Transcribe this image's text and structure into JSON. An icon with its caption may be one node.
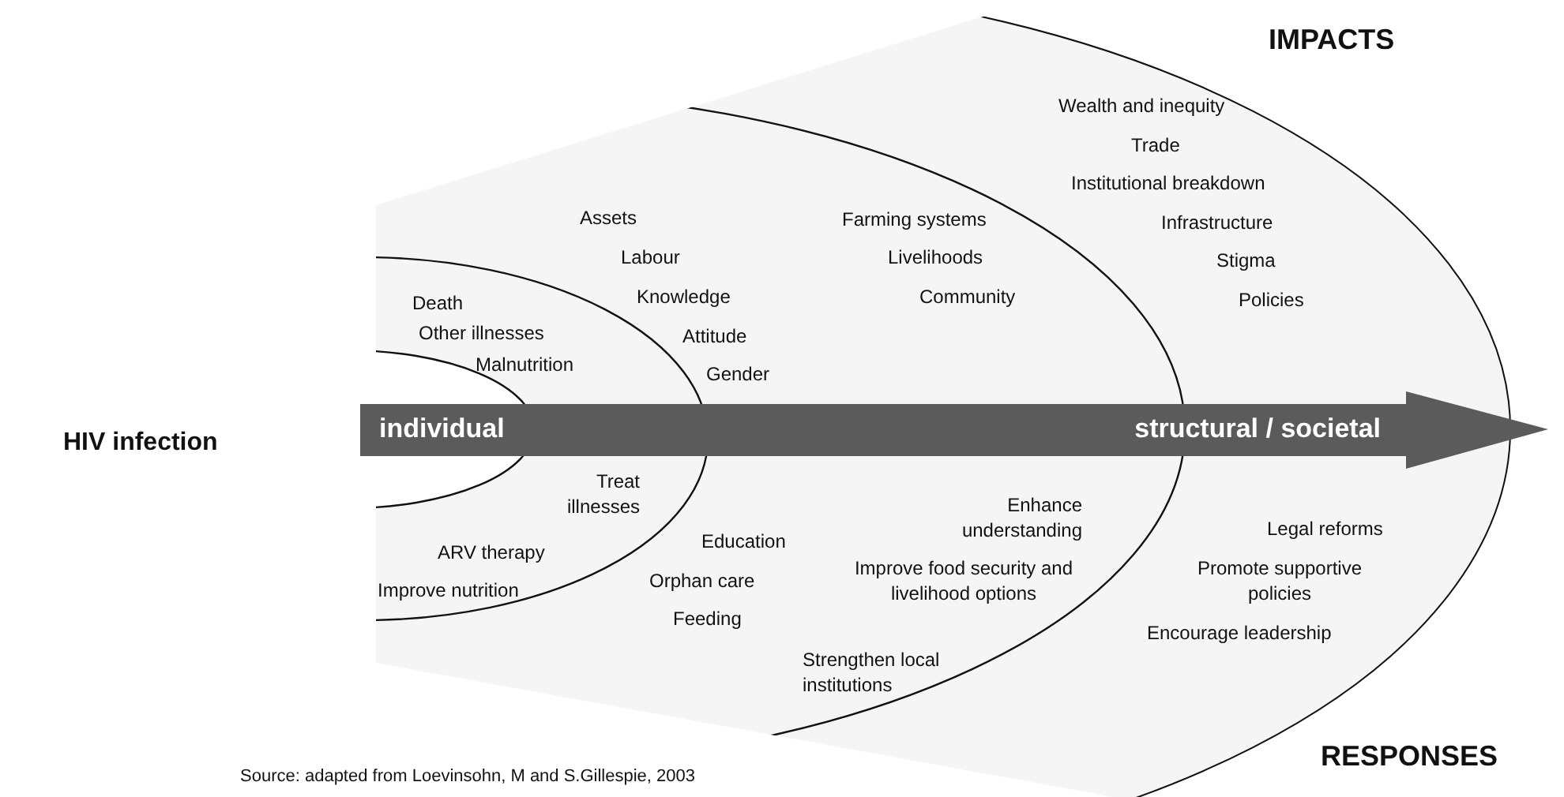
{
  "diagram": {
    "caption": "Source: adapted from Loevinsohn, M and S.Gillespie, 2003",
    "nodes": [
      {
        "text": [
          "individual",
          "structural / societal"
        ]
      }
    ],
    "labels": [
      "IMPACTS",
      "Wealth and inequity",
      "Trade",
      "Institutional breakdown",
      "Farming systems",
      "Infrastructure",
      "Assets",
      "Livelihoods",
      "Stigma",
      "Labour",
      "Community",
      "Policies",
      "Death",
      "Knowledge",
      "Other illnesses",
      "Attitude",
      "Malnutrition",
      "Gender",
      "HIV infection",
      "Treat illnesses",
      "Enhance understanding",
      "Legal reforms",
      "Education",
      "ARV therapy",
      "Promote supportive policies",
      "Improve food security and livelihood options",
      "Orphan care",
      "Improve nutrition",
      "Feeding",
      "Encourage leadership",
      "Strengthen local institutions",
      "RESPONSES"
    ]
  }
}
